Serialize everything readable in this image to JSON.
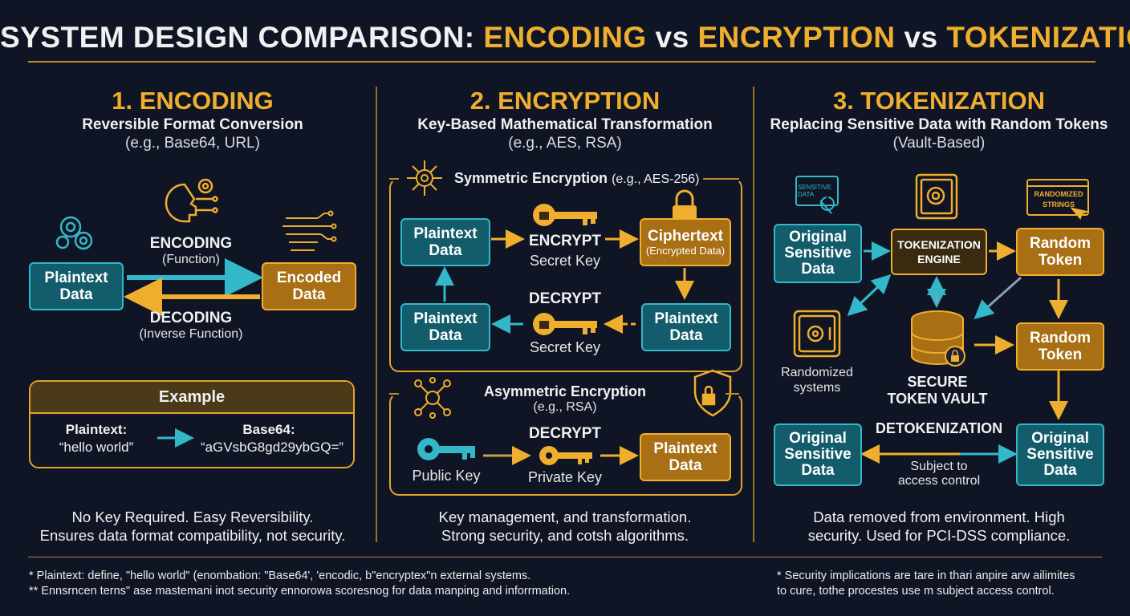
{
  "title": {
    "prefix": "SYSTEM DESIGN COMPARISON:",
    "term1": "ENCODING",
    "vs1": "vs",
    "term2": "ENCRYPTION",
    "vs2": "vs",
    "term3": "TOKENIZATION"
  },
  "encoding": {
    "heading": "1. ENCODING",
    "subtitle": "Reversible Format Conversion",
    "examples": "(e.g., Base64, URL)",
    "plaintext": [
      "Plaintext",
      "Data"
    ],
    "encoded": [
      "Encoded",
      "Data"
    ],
    "encoding_label": "ENCODING",
    "encoding_sub": "(Function)",
    "decoding_label": "DECODING",
    "decoding_sub": "(Inverse Function)",
    "example_header": "Example",
    "example_left_label": "Plaintext:",
    "example_left_value": "“hello world”",
    "example_right_label": "Base64:",
    "example_right_value": "“aGVsbG8gd29ybGQ=”",
    "summary": [
      "No Key Required. Easy Reversibility.",
      "Ensures data format compatibility, not security."
    ]
  },
  "encryption": {
    "heading": "2. ENCRYPTION",
    "subtitle": "Key-Based Mathematical Transformation",
    "examples": "(e.g., AES, RSA)",
    "symmetric_title": "Symmetric Encryption",
    "symmetric_example": "(e.g., AES-256)",
    "sym_plain_top": [
      "Plaintext",
      "Data"
    ],
    "encrypt_label": "ENCRYPT",
    "secret_key_1": "Secret Key",
    "ciphertext": "Ciphertext",
    "ciphertext_sub": "(Encrypted Data)",
    "decrypt_label": "DECRYPT",
    "secret_key_2": "Secret Key",
    "sym_plain_bottom_left": [
      "Plaintext",
      "Data"
    ],
    "sym_plain_bottom_right": [
      "Plaintext",
      "Data"
    ],
    "asymmetric_title": "Asymmetric Encryption",
    "asymmetric_example": "(e.g., RSA)",
    "asym_decrypt": "DECRYPT",
    "public_key": "Public Key",
    "private_key": "Private Key",
    "asym_plain": [
      "Plaintext",
      "Data"
    ],
    "summary": [
      "Key management, and transformation.",
      "Strong security, and cotsh algorithms."
    ]
  },
  "tokenization": {
    "heading": "3. TOKENIZATION",
    "subtitle": "Replacing Sensitive Data with Random Tokens",
    "examples": "(Vault-Based)",
    "sensitive_icon_text": [
      "SENSITIVE",
      "DATA"
    ],
    "randomized_icon_text": [
      "RANDOMIZED",
      "STRINGS"
    ],
    "original_1": [
      "Original",
      "Sensitive",
      "Data"
    ],
    "engine": [
      "TOKENIZATION",
      "ENGINE"
    ],
    "random_token_1": [
      "Random",
      "Token"
    ],
    "random_token_2": [
      "Random",
      "Token"
    ],
    "randomized_systems": [
      "Randomized",
      "systems"
    ],
    "vault": [
      "SECURE",
      "TOKEN VAULT"
    ],
    "detokenization": "DETOKENIZATION",
    "subject": [
      "Subject to",
      "access control"
    ],
    "original_2": [
      "Original",
      "Sensitive",
      "Data"
    ],
    "original_3": [
      "Original",
      "Sensitive",
      "Data"
    ],
    "summary": [
      "Data removed from environment. High",
      "security. Used for PCI-DSS compliance."
    ]
  },
  "footnotes": {
    "left_1": "* Plaintext: define, \"hello world\" (enombation: \"Base64', 'encodic, b\"encryptex\"n external systems.",
    "left_2": "** Ennsrncen terns\" ase mastemani inot security ennorowa scoresnog for data manping and inforrmation.",
    "right_1": "* Security implications are tare in thari anpire arw ailimites",
    "right_2": "to cure, tothe procestes use m subject access control."
  },
  "colors": {
    "accent": "#f0ae2e",
    "teal": "#33b8c9",
    "background": "#0f1524"
  }
}
